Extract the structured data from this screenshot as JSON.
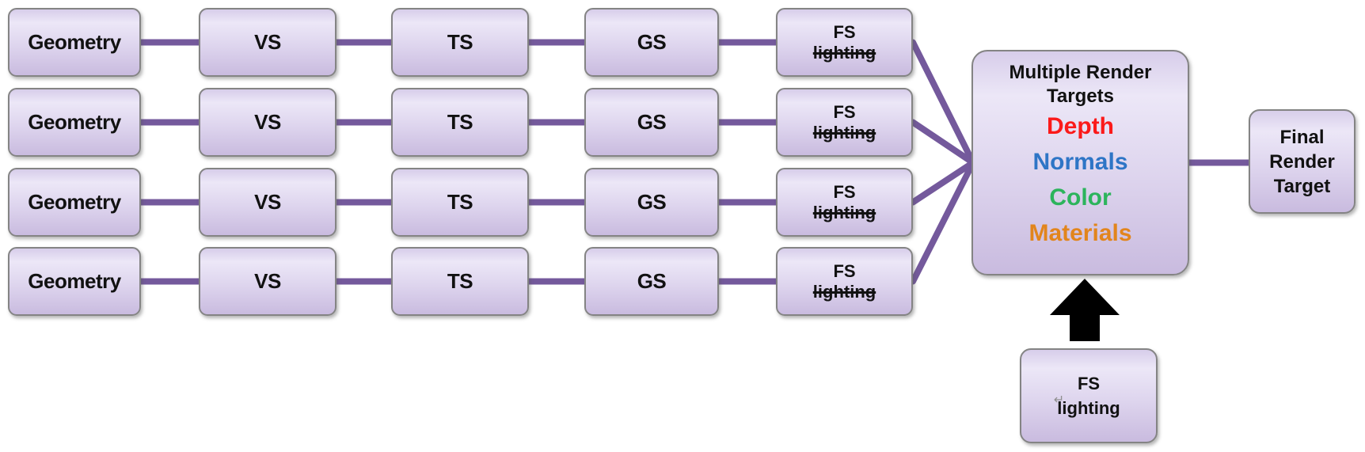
{
  "diagram": {
    "rows": [
      {
        "geometry": "Geometry",
        "vs": "VS",
        "ts": "TS",
        "gs": "GS",
        "fs_line1": "FS",
        "fs_line2": "lighting"
      },
      {
        "geometry": "Geometry",
        "vs": "VS",
        "ts": "TS",
        "gs": "GS",
        "fs_line1": "FS",
        "fs_line2": "lighting"
      },
      {
        "geometry": "Geometry",
        "vs": "VS",
        "ts": "TS",
        "gs": "GS",
        "fs_line1": "FS",
        "fs_line2": "lighting"
      },
      {
        "geometry": "Geometry",
        "vs": "VS",
        "ts": "TS",
        "gs": "GS",
        "fs_line1": "FS",
        "fs_line2": "lighting"
      }
    ],
    "mrt": {
      "title": "Multiple Render Targets",
      "targets": [
        {
          "label": "Depth",
          "color": "#fb1a1a"
        },
        {
          "label": "Normals",
          "color": "#2e75c6"
        },
        {
          "label": "Color",
          "color": "#2cb45c"
        },
        {
          "label": "Materials",
          "color": "#e2851c"
        }
      ]
    },
    "final_target": {
      "label": "Final Render Target"
    },
    "fs_lighting_box": {
      "line1": "FS",
      "line2": "lighting",
      "return_glyph": "↵"
    },
    "colors": {
      "connector": "#74599c",
      "arrow": "#000000",
      "box_border": "#848484",
      "box_fill_top": "#ece7f7",
      "box_fill_bottom": "#c9bbdf",
      "text": "#111111"
    }
  }
}
